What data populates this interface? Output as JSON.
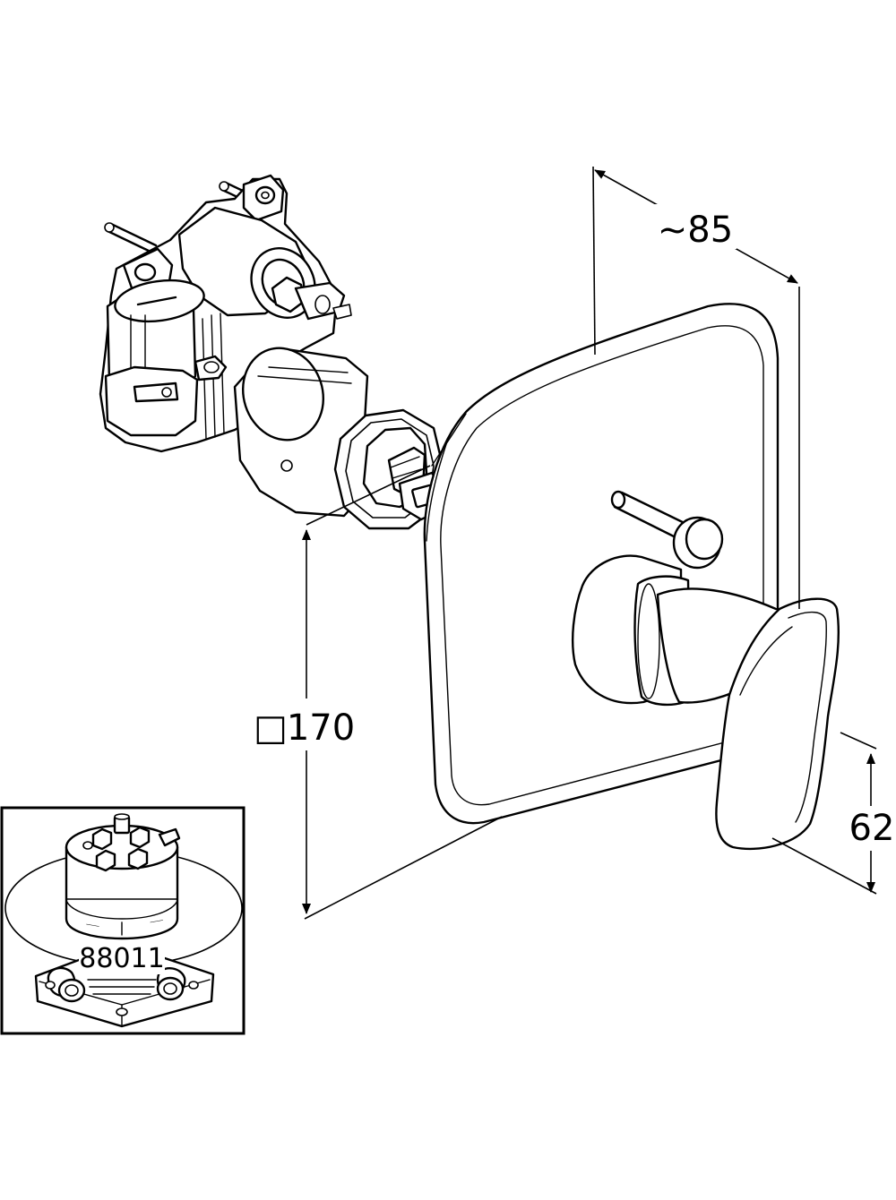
{
  "dimensions": {
    "depth": "~85",
    "square_size_symbol": "□",
    "square_size": "170",
    "handle_height": "62"
  },
  "inset": {
    "part_number": "88011"
  },
  "colors": {
    "line": "#000000",
    "background": "#ffffff"
  }
}
